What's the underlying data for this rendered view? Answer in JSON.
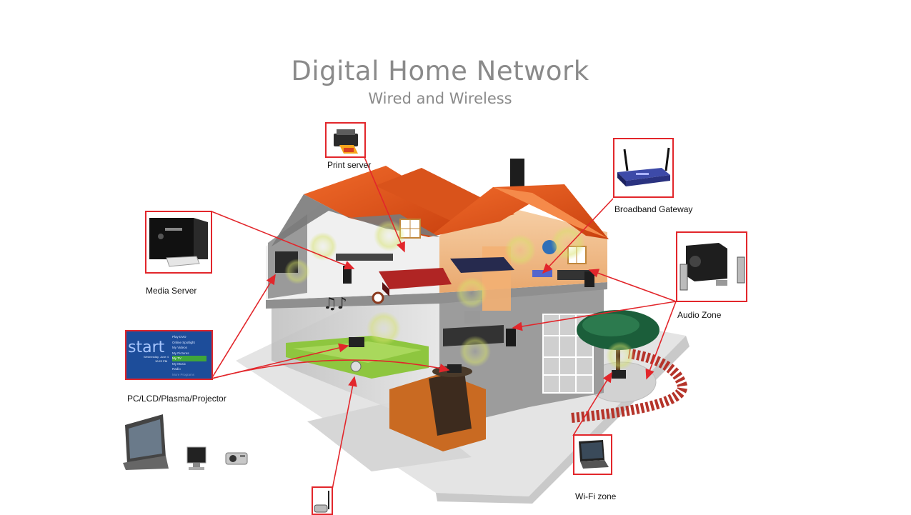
{
  "title": "Digital Home Network",
  "subtitle": "Wired and Wireless",
  "labels": {
    "print_server": "Print server",
    "broadband_gateway": "Broadband Gateway",
    "media_server": "Media Server",
    "audio_zone": "Audio Zone",
    "pc_display": "PC/LCD/Plasma/Projector",
    "wifi_zone": "Wi-Fi zone"
  },
  "media_center": {
    "start": "start",
    "date": "Wednesday, June 4",
    "time": "10:22 PM",
    "menu": [
      "Play DVD",
      "Online Spotlight",
      "My Videos",
      "My Pictures",
      "My TV",
      "My Music",
      "Radio",
      "More Programs"
    ],
    "selected_index": 4
  },
  "colors": {
    "callout": "#e2262b",
    "roof": "#e8581c",
    "wall_light": "#f2c59c",
    "title": "#8a8a8a",
    "couch": "#8ec63f",
    "tree": "#1b5e3a",
    "screen_blue": "#2b5fb0"
  },
  "icons": [
    "printer-icon",
    "router-icon",
    "media-server-icon",
    "speakers-icon",
    "media-center-screen",
    "lcd-tv-icon",
    "monitor-icon",
    "projector-icon",
    "laptop-icon",
    "camera-icon"
  ]
}
